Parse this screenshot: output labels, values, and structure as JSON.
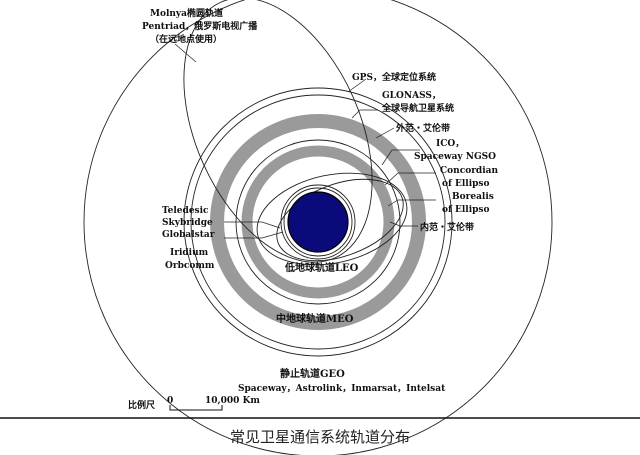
{
  "colors": {
    "earth": "#0a0a7a",
    "belt": "#9a9a9a",
    "line": "#222222"
  },
  "labels": {
    "molnya_line1": "Molnya椭圆轨道",
    "molnya_line2": "Pentriad，俄罗斯电视广播",
    "molnya_line3": "（在远地点使用）",
    "gps": "GPS，全球定位系统",
    "glonass_line1": "GLONASS，",
    "glonass_line2": "全球导航卫星系统",
    "outer_belt": "外范・艾伦带",
    "ico_line1": "ICO，",
    "ico_line2": "Spaceway NGSO",
    "concordia_line1": "Concordian",
    "concordia_line2": "of Ellipso",
    "borealis_line1": "Borealis",
    "borealis_line2": "of Ellipso",
    "inner_belt": "内范・艾伦带",
    "teledesic_line1": "Teledesic",
    "teledesic_line2": "Skybridge",
    "teledesic_line3": "Globalstar",
    "iridium_line1": "Iridium",
    "iridium_line2": "Orbcomm",
    "leo": "低地球轨道LEO",
    "meo": "中地球轨道MEO",
    "geo": "静止轨道GEO",
    "geo_systems": "Spaceway，Astrolink，Inmarsat，Intelsat"
  },
  "scale": {
    "label": "比例尺",
    "start": "0",
    "end": "10,000 Km"
  },
  "caption": "常见卫星通信系统轨道分布"
}
